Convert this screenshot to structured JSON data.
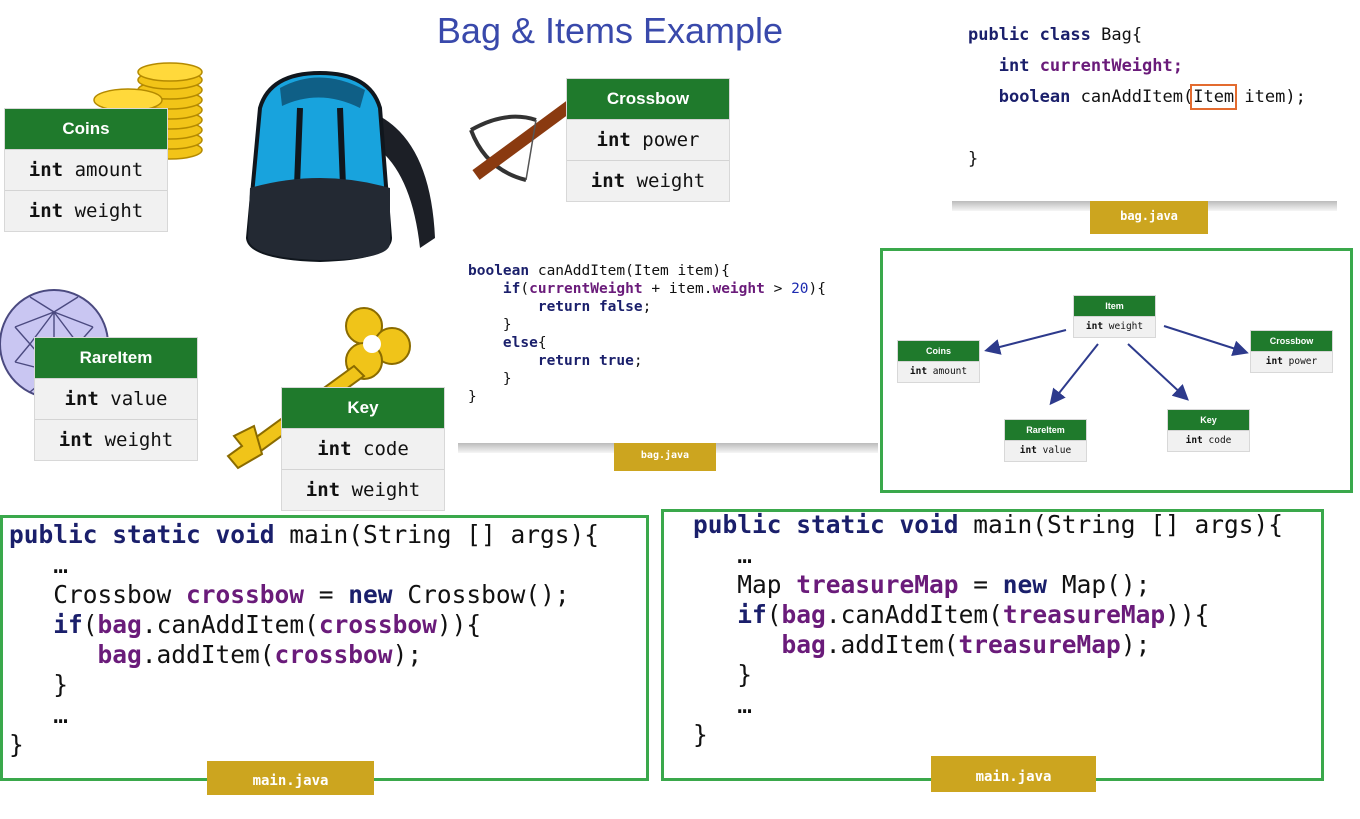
{
  "title": "Bag & Items Example",
  "classes": {
    "coins": {
      "name": "Coins",
      "fields": [
        [
          "int",
          "amount"
        ],
        [
          "int",
          "weight"
        ]
      ]
    },
    "crossbow": {
      "name": "Crossbow",
      "fields": [
        [
          "int",
          "power"
        ],
        [
          "int",
          "weight"
        ]
      ]
    },
    "rareitem": {
      "name": "RareItem",
      "fields": [
        [
          "int",
          "value"
        ],
        [
          "int",
          "weight"
        ]
      ]
    },
    "key": {
      "name": "Key",
      "fields": [
        [
          "int",
          "code"
        ],
        [
          "int",
          "weight"
        ]
      ]
    }
  },
  "bag_class": {
    "line1_kw1": "public",
    "line1_kw2": "class",
    "line1_name": "Bag{",
    "field1_type": "int",
    "field1_name": "currentWeight;",
    "method_type": "boolean",
    "method_name": "canAddItem(",
    "method_param_type": "Item",
    "method_param_rest": " item);",
    "close": "}",
    "file": "bag.java"
  },
  "can_add_method": {
    "file": "bag.java"
  },
  "hierarchy": {
    "parent": {
      "name": "Item",
      "field_type": "int",
      "field_name": "weight"
    },
    "children": [
      {
        "name": "Coins",
        "field_type": "int",
        "field_name": "amount"
      },
      {
        "name": "Crossbow",
        "field_type": "int",
        "field_name": "power"
      },
      {
        "name": "RareItem",
        "field_type": "int",
        "field_name": "value"
      },
      {
        "name": "Key",
        "field_type": "int",
        "field_name": "code"
      }
    ]
  },
  "main_left": {
    "file": "main.java"
  },
  "main_right": {
    "file": "main.java"
  },
  "images": {
    "coins": "coin-stack-icon",
    "bag": "backpack-icon",
    "crossbow": "crossbow-icon",
    "gem": "gem-icon",
    "key": "key-icon"
  }
}
